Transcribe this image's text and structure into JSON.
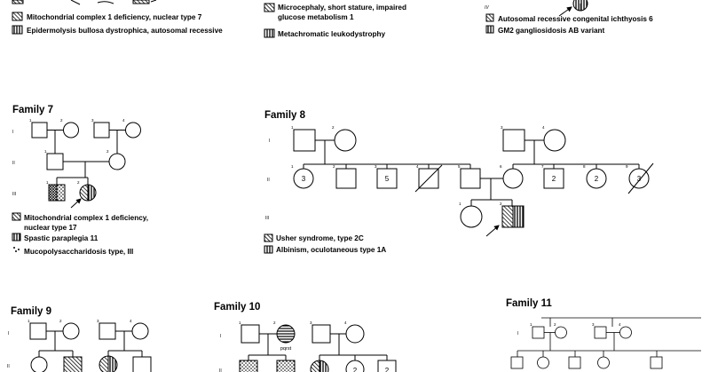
{
  "families": {
    "family_7": {
      "title": "Family 7",
      "generations": [
        "I",
        "II",
        "III"
      ],
      "ids": [
        "1",
        "2",
        "3",
        "4",
        "1",
        "2",
        "1",
        "2"
      ],
      "legend": [
        "Mitochondrial complex 1 deficiency,",
        "nuclear type 17",
        "Spastic paraplegia 11",
        "Mucopolysaccharidosis type, III"
      ]
    },
    "family_8": {
      "title": "Family 8",
      "generations": [
        "I",
        "II",
        "III"
      ],
      "ids": [
        "1",
        "2",
        "3",
        "4",
        "1",
        "2",
        "3",
        "4",
        "5",
        "6",
        "7",
        "8",
        "9",
        "1",
        "2"
      ],
      "counts": [
        "3",
        "5",
        "2",
        "2",
        "3"
      ],
      "legend": [
        "Usher syndrome, type 2C",
        "Albinism, oculotaneous type 1A"
      ]
    },
    "family_9": {
      "title": "Family 9",
      "generations": [
        "I",
        "II"
      ],
      "ids": [
        "1",
        "2",
        "3",
        "4"
      ]
    },
    "family_10": {
      "title": "Family 10",
      "generations": [
        "I",
        "II"
      ],
      "ids": [
        "1",
        "2",
        "3",
        "4"
      ],
      "counts": [
        "2",
        "2"
      ],
      "label": "pqrst"
    },
    "family_11": {
      "title": "Family 11",
      "generations": [
        "I"
      ],
      "ids": [
        "1",
        "2",
        "3",
        "4"
      ]
    }
  },
  "top_legends": {
    "left": [
      "Mitochondrial complex 1 deficiency, nuclear type 7",
      "Epidermolysis bullosa dystrophica, autosomal recessive"
    ],
    "middle": [
      "Microcephaly, short stature, impaired",
      "glucose metabolism 1",
      "Metachromatic leukodystrophy"
    ],
    "right": [
      "Autosomal recessive congenital ichthyosis 6",
      "GM2 gangliosidosis AB variant"
    ],
    "right_gen": "IV"
  }
}
